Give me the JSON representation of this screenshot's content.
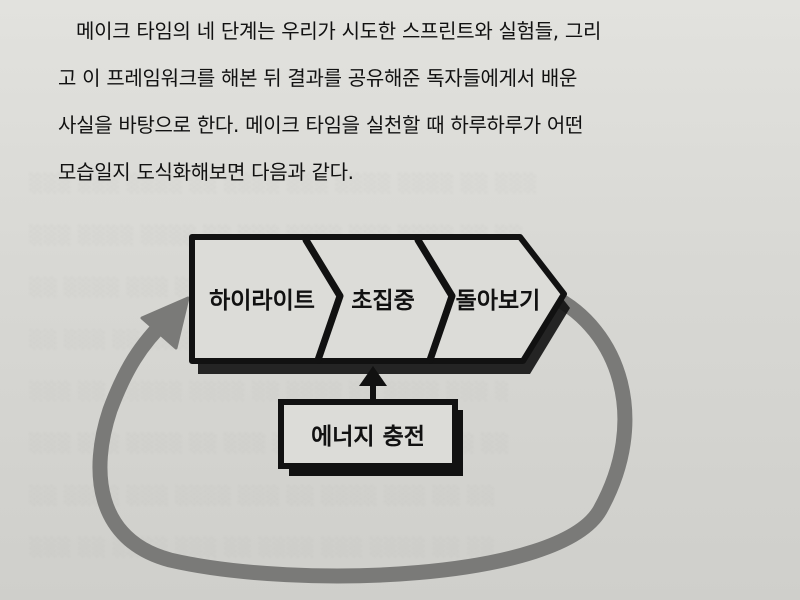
{
  "paragraph": {
    "lines": [
      "메이크 타임의 네 단계는 우리가 시도한 스프린트와 실험들, 그리",
      "고 이 프레임워크를 해본 뒤 결과를 공유해준 독자들에게서 배운",
      "사실을 바탕으로 한다. 메이크 타임을 실천할 때 하루하루가 어떤",
      "모습일지 도식화해보면 다음과 같다."
    ]
  },
  "diagram": {
    "steps": [
      "하이라이트",
      "초집중",
      "돌아보기"
    ],
    "energy_label": "에너지 충전",
    "colors": {
      "ink": "#111111",
      "loop_arrow": "#7a7a78"
    }
  }
}
